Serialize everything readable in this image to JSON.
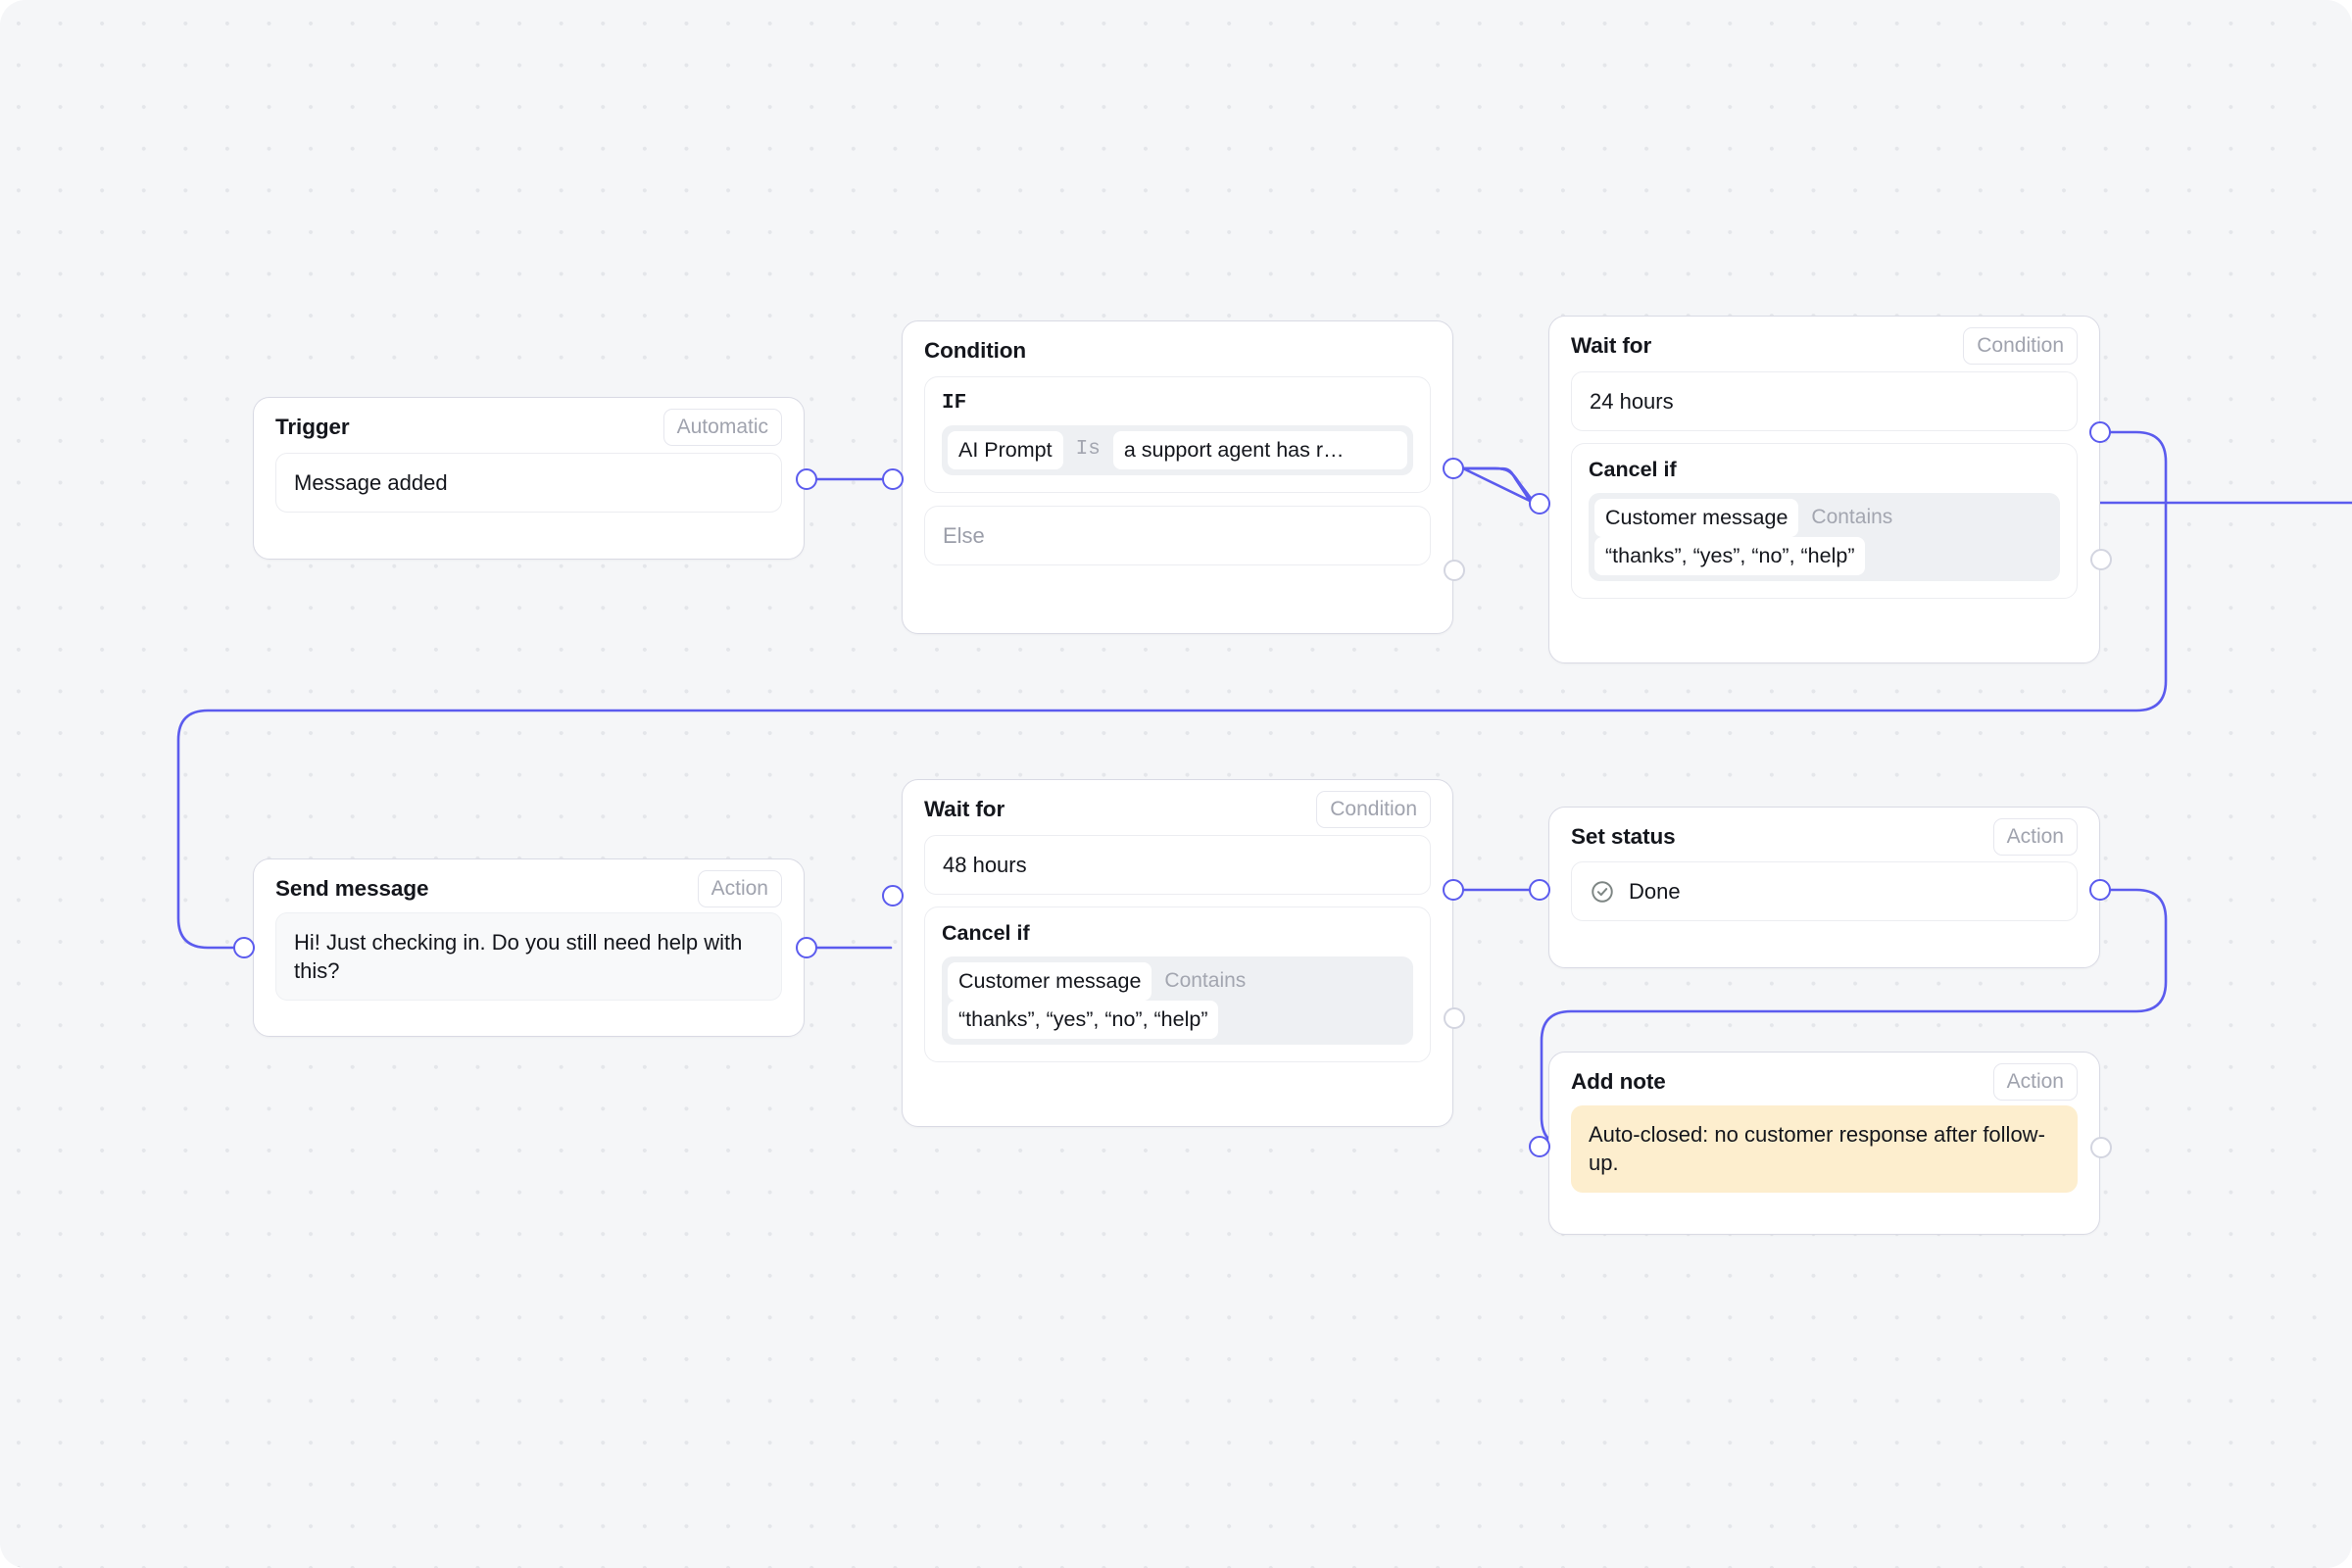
{
  "canvas": {
    "background": "#f5f6f8",
    "dot_color": "#e4e6ea",
    "accent": "#5b5bee",
    "note_bg": "#fdeece"
  },
  "nodes": {
    "trigger": {
      "title": "Trigger",
      "badge": "Automatic",
      "value": "Message added"
    },
    "condition": {
      "title": "Condition",
      "if_label": "IF",
      "rule": {
        "field": "AI Prompt",
        "operator": "Is",
        "value": "a support agent has r…"
      },
      "else_label": "Else"
    },
    "wait_24": {
      "title": "Wait for",
      "badge": "Condition",
      "duration": "24 hours",
      "cancel_label": "Cancel if",
      "cancel_rule": {
        "field": "Customer message",
        "operator": "Contains",
        "value": "“thanks”, “yes”, “no”, “help”"
      }
    },
    "send_message": {
      "title": "Send message",
      "badge": "Action",
      "value": "Hi! Just checking in. Do you still need help with this?"
    },
    "wait_48": {
      "title": "Wait for",
      "badge": "Condition",
      "duration": "48 hours",
      "cancel_label": "Cancel if",
      "cancel_rule": {
        "field": "Customer message",
        "operator": "Contains",
        "value": "“thanks”, “yes”, “no”, “help”"
      }
    },
    "set_status": {
      "title": "Set status",
      "badge": "Action",
      "status_icon": "circle-check-icon",
      "status_value": "Done"
    },
    "add_note": {
      "title": "Add note",
      "badge": "Action",
      "note": "Auto-closed: no customer response after follow-up."
    }
  }
}
